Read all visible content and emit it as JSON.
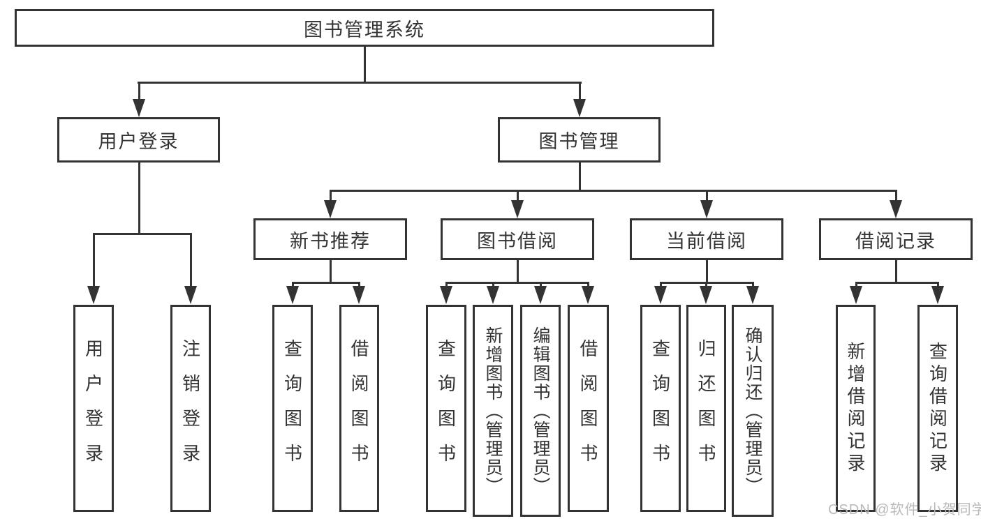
{
  "diagram": {
    "root": {
      "label": "图书管理系统"
    },
    "branches": [
      {
        "label": "用户登录",
        "children": [
          {
            "label": "用户登录"
          },
          {
            "label": "注销登录"
          }
        ]
      },
      {
        "label": "图书管理",
        "children": [
          {
            "label": "新书推荐",
            "children": [
              {
                "label": "查询图书"
              },
              {
                "label": "借阅图书"
              }
            ]
          },
          {
            "label": "图书借阅",
            "children": [
              {
                "label": "查询图书"
              },
              {
                "label": "新增图书（管理员）"
              },
              {
                "label": "编辑图书（管理员）"
              },
              {
                "label": "借阅图书"
              }
            ]
          },
          {
            "label": "当前借阅",
            "children": [
              {
                "label": "查询图书"
              },
              {
                "label": "归还图书"
              },
              {
                "label": "确认归还（管理员）"
              }
            ]
          },
          {
            "label": "借阅记录",
            "children": [
              {
                "label": "新增借阅记录"
              },
              {
                "label": "查询借阅记录"
              }
            ]
          }
        ]
      }
    ],
    "watermark": "CSDN @软件_小贺同学",
    "colors": {
      "line": "#333333",
      "text": "#333333",
      "watermark": "#b9b9b9",
      "background": "#ffffff"
    }
  }
}
